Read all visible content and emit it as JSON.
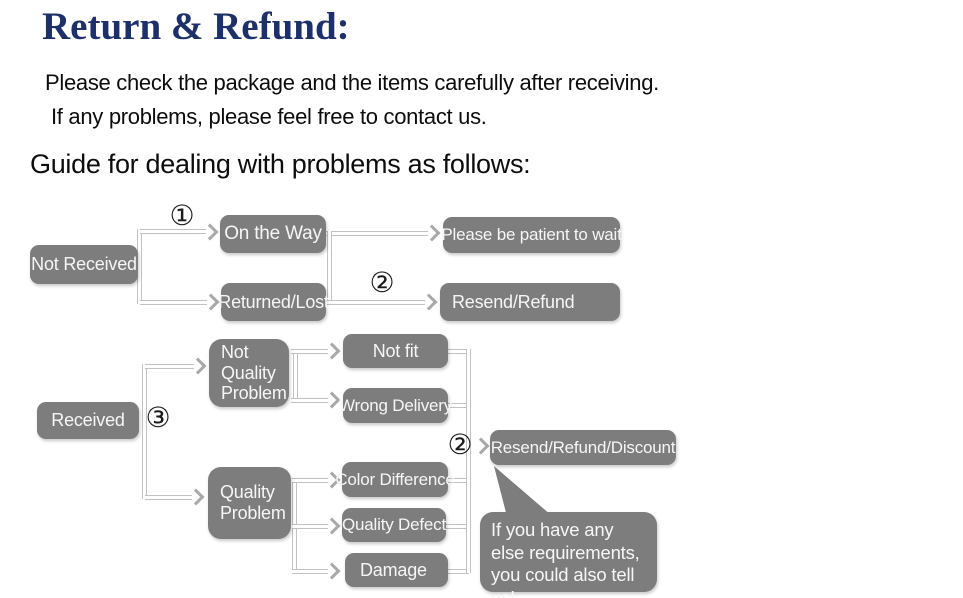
{
  "page": {
    "title": "Return & Refund:",
    "intro_lines": [
      "Please check the package and the items carefully after receiving.",
      "If any problems, please feel free to contact us."
    ],
    "guide_heading": "Guide for dealing with problems as follows:"
  },
  "colors": {
    "title": "#1d3069",
    "box_bg": "#7d7d7d",
    "box_text": "#f6f6f6",
    "line": "#c2c2c2",
    "arrow": "#a9a9a9"
  },
  "flowchart": {
    "nodes": {
      "not_received": "Not Received",
      "on_the_way": "On the Way",
      "returned_lost": "Returned/Lost",
      "please_wait": "Please be patient to wait",
      "resend_refund": "Resend/Refund",
      "received": "Received",
      "not_quality_problem": "Not Quality Problem",
      "not_fit": "Not fit",
      "wrong_delivery": "Wrong Delivery",
      "quality_problem": "Quality Problem",
      "color_difference": "Color Difference",
      "quality_defect": "Quality Defect",
      "damage": "Damage",
      "resend_refund_discount": "Resend/Refund/Discount"
    },
    "markers": {
      "m1": "①",
      "m2": "②",
      "m3": "③"
    },
    "bubble": "If you have any else requirements, you could also tell us!"
  }
}
